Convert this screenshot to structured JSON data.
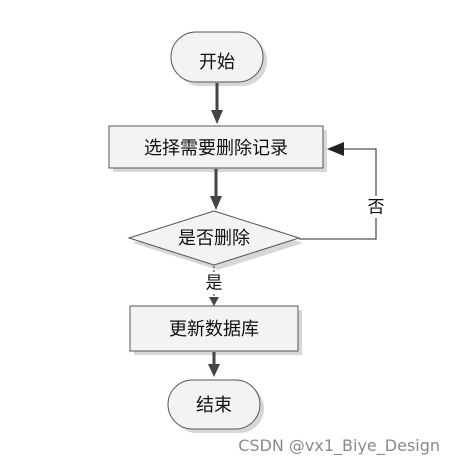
{
  "flowchart": {
    "start": "开始",
    "select_record": "选择需要删除记录",
    "confirm_question": "是否删除",
    "update_db": "更新数据库",
    "end": "结束",
    "yes_label": "是",
    "no_label": "否"
  },
  "watermark": "CSDN @vx1_Biye_Design",
  "colors": {
    "node_fill": "#f3f3f3",
    "node_stroke": "#555555",
    "shadow": "#d7d7d7",
    "arrow": "#444444",
    "line": "#555555"
  }
}
